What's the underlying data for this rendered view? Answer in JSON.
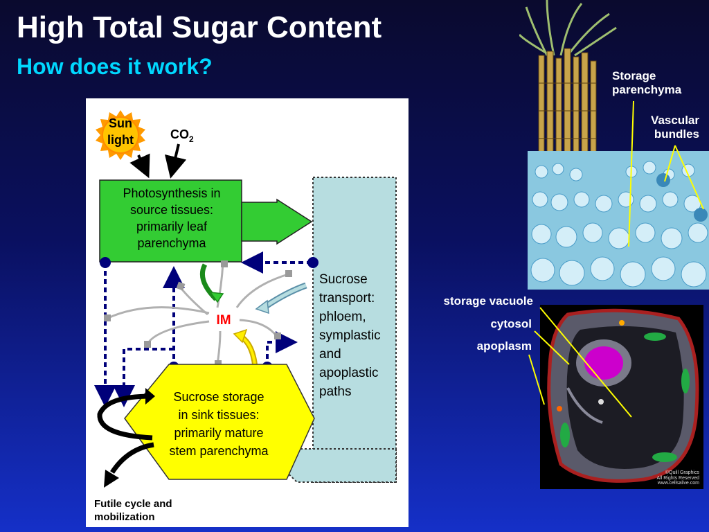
{
  "header": {
    "title": "High Total Sugar Content",
    "subtitle": "How does it work?"
  },
  "diagram": {
    "sun_label_1": "Sun",
    "sun_label_2": "light",
    "co2_main": "CO",
    "co2_sub": "2",
    "photosynthesis": [
      "Photosynthesis in",
      "source tissues:",
      "primarily leaf",
      "parenchyma"
    ],
    "im_label": "IM",
    "transport": [
      "Sucrose",
      "transport:",
      "phloem,",
      "symplastic",
      "and",
      "apoplastic",
      "paths"
    ],
    "storage": [
      "Sucrose storage",
      "in sink tissues:",
      "primarily mature",
      "stem parenchyma"
    ],
    "futile": [
      "Futile cycle and",
      "mobilization"
    ]
  },
  "photo_labels": {
    "storage_parenchyma": [
      "Storage",
      "parenchyma"
    ],
    "vascular_bundles": [
      "Vascular",
      "bundles"
    ],
    "storage_vacuole": "storage vacuole",
    "cytosol": "cytosol",
    "apoplasm": "apoplasm"
  },
  "credit": [
    "©Quill Graphics",
    "All Rights Reserved",
    "www.cellsalive.com"
  ],
  "colors": {
    "title": "#ffffff",
    "subtitle": "#00d8ff",
    "photosynthesis_box": "#33cc33",
    "transport_box": "#b7dde0",
    "storage_hex": "#ffff00",
    "im_text": "#ff0000",
    "dashed_arrow": "#00007a"
  }
}
